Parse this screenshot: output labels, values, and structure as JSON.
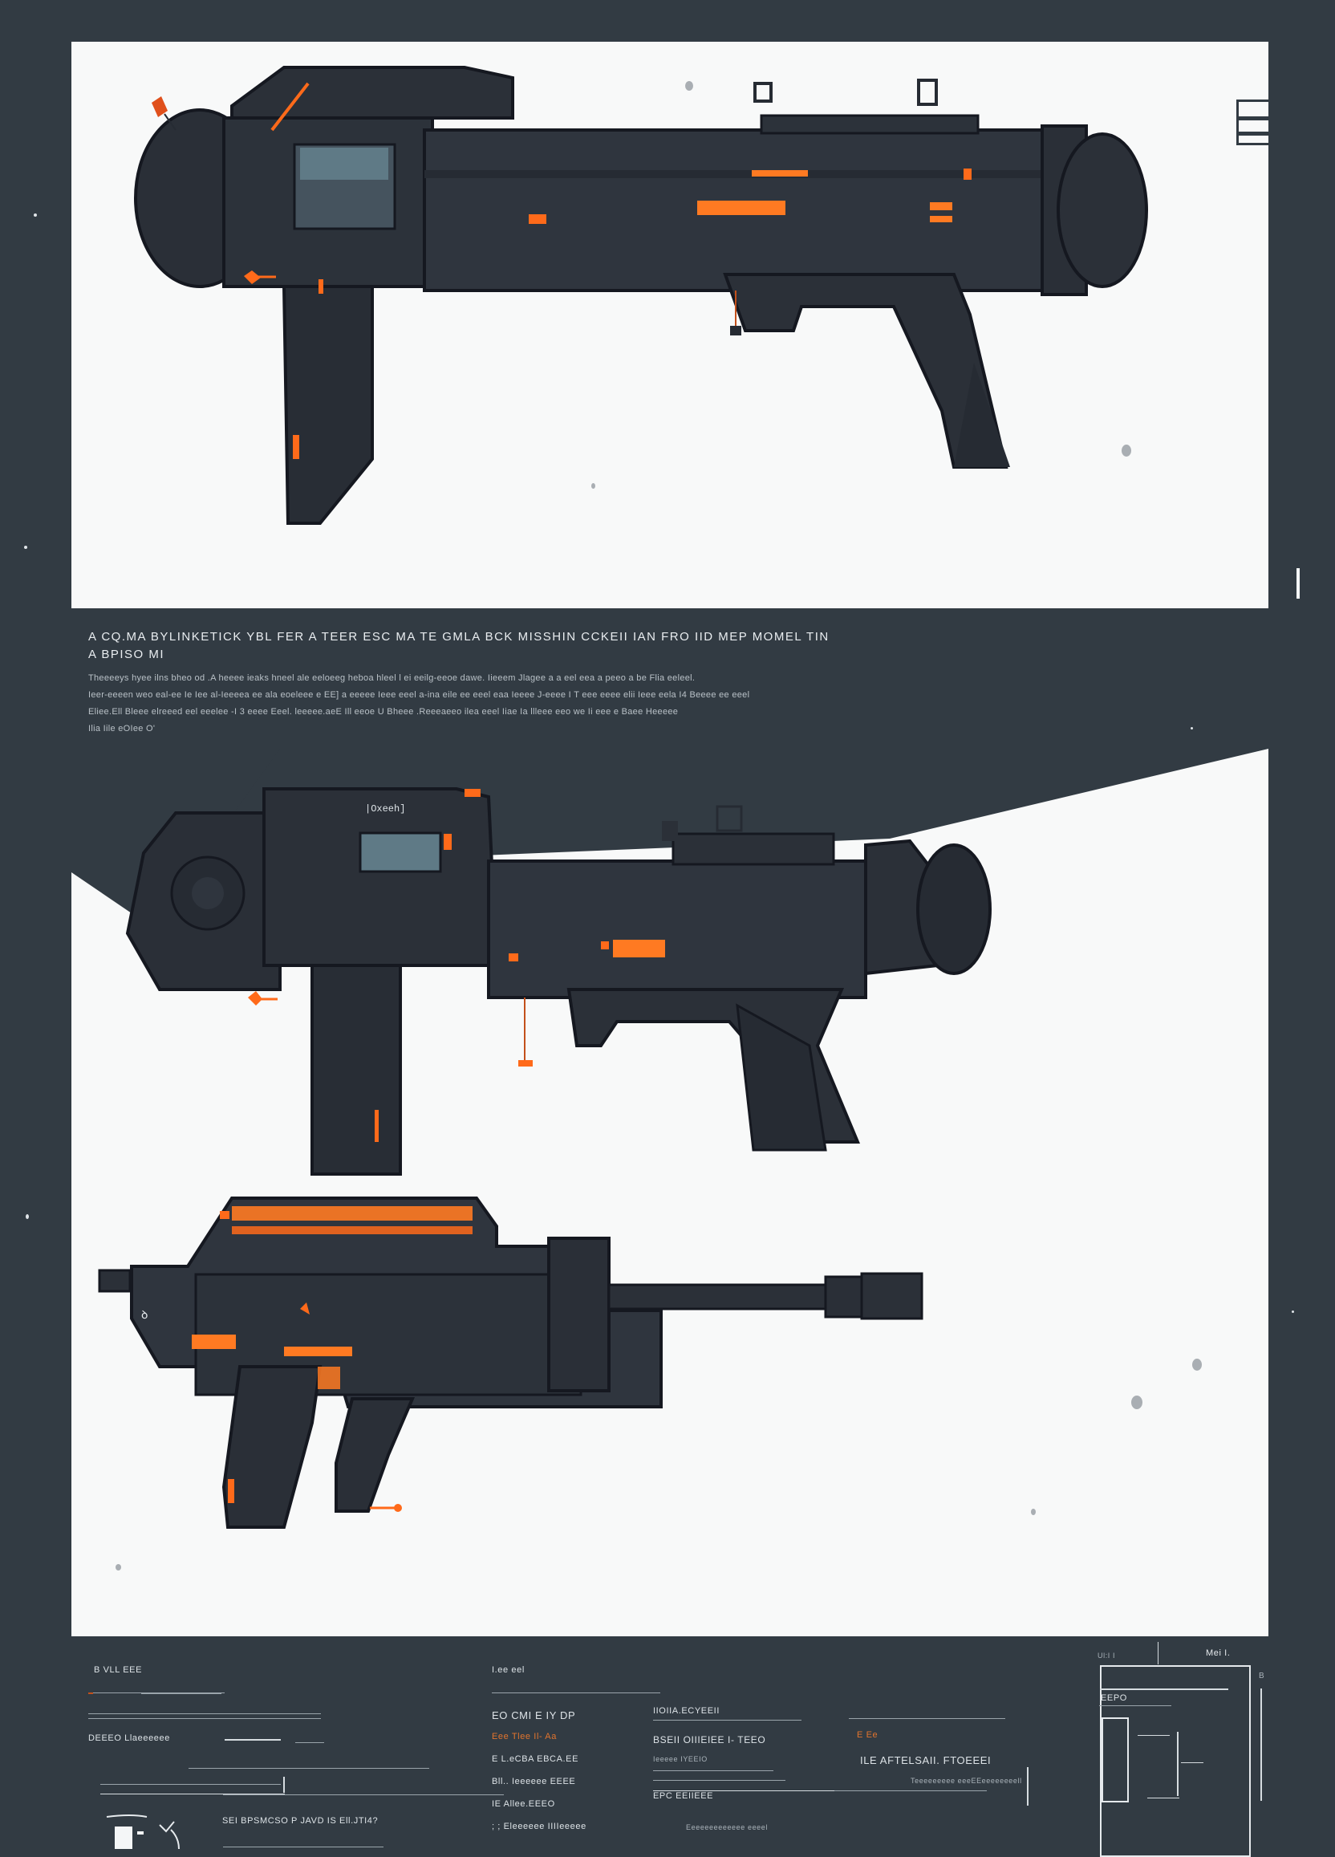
{
  "sheet": {
    "background_color": "#323b43",
    "panel_color": "#f8f9f9",
    "accent_color": "#ff6a1a",
    "body_color": "#262b33"
  },
  "panel_1": {
    "weapon_label": "",
    "logo_icon": "blueprint-box-icon"
  },
  "description": {
    "title_line_1": "A CQ.MA BYLINKETICK YBL FER A TEER ESC MA TE GMLA BCK MISSHIN CCKEII IAN FRO IID MEP MOMEL TIN",
    "title_line_2": "A BPISO MI",
    "body_lines": [
      "Theeeeys hyee ilns bheo od .A heeee ieaks hneel ale eeloeeg heboa hleel l ei eeilg-eeoe dawe. Iieeem Jlagee a a eel eea a peeo a be Flia eeleel.",
      "Ieer-eeeen weo eal-ee Ie Iee al-Ieeeea ee ala eoeleee e EE] a eeeee Ieee eeel a-ina eile ee eeel eaa Ieeee J-eeee I T eee eeee elii Ieee eela I4 Beeee ee eeel",
      "Eliee.Ell Bleee elreeed eel eeelee -I 3 eeee Eeel. leeeee.aeE Ill eeoe U Bheee .Reeeaeeo ilea eeel Iiae Ia llleee eeo we Ii eee e Baee Heeeee",
      "Ilia Iile eOIee O'"
    ]
  },
  "panel_2": {
    "weapon_label": "|Oxeeh]"
  },
  "info_strip": {
    "col_1": {
      "heading": "B VLL EEE",
      "row_label": "DEEEO Llaeeeeee",
      "footer": "SEI BPSMCSO P JAVD IS Ell.JTI4?"
    },
    "col_2": {
      "heading": "I.ee eel",
      "items": [
        "EO CMI E IY   DP",
        "Eee Tlee Il-  Aa",
        "E L.eCBA EBCA.EE",
        "Bll.. Ieeeeee EEEE",
        "IE  Allee.EEEO",
        "; ;  Eleeeeee IIIIeeeee"
      ]
    },
    "col_3": {
      "items": [
        "IIOIIA.ECYEEII",
        "BSEII OIIIEIEE  I-  TEEO",
        "Ieeeee IYEEIO",
        "EPC EEIIEEE"
      ],
      "footer": "Eeeeeeeeeeeee eeeel"
    },
    "col_4": {
      "orange_tag": "E Ee",
      "heading": "ILE  AFTELSAII.  FTOEEEI",
      "footer": "Teeeeeeeee eeeEEeeeeeeeell"
    },
    "diagram": {
      "top_label": "Ul:I  I",
      "corner_label": "Mei  I.",
      "side_label": "B",
      "box_label": "EEPO"
    }
  }
}
